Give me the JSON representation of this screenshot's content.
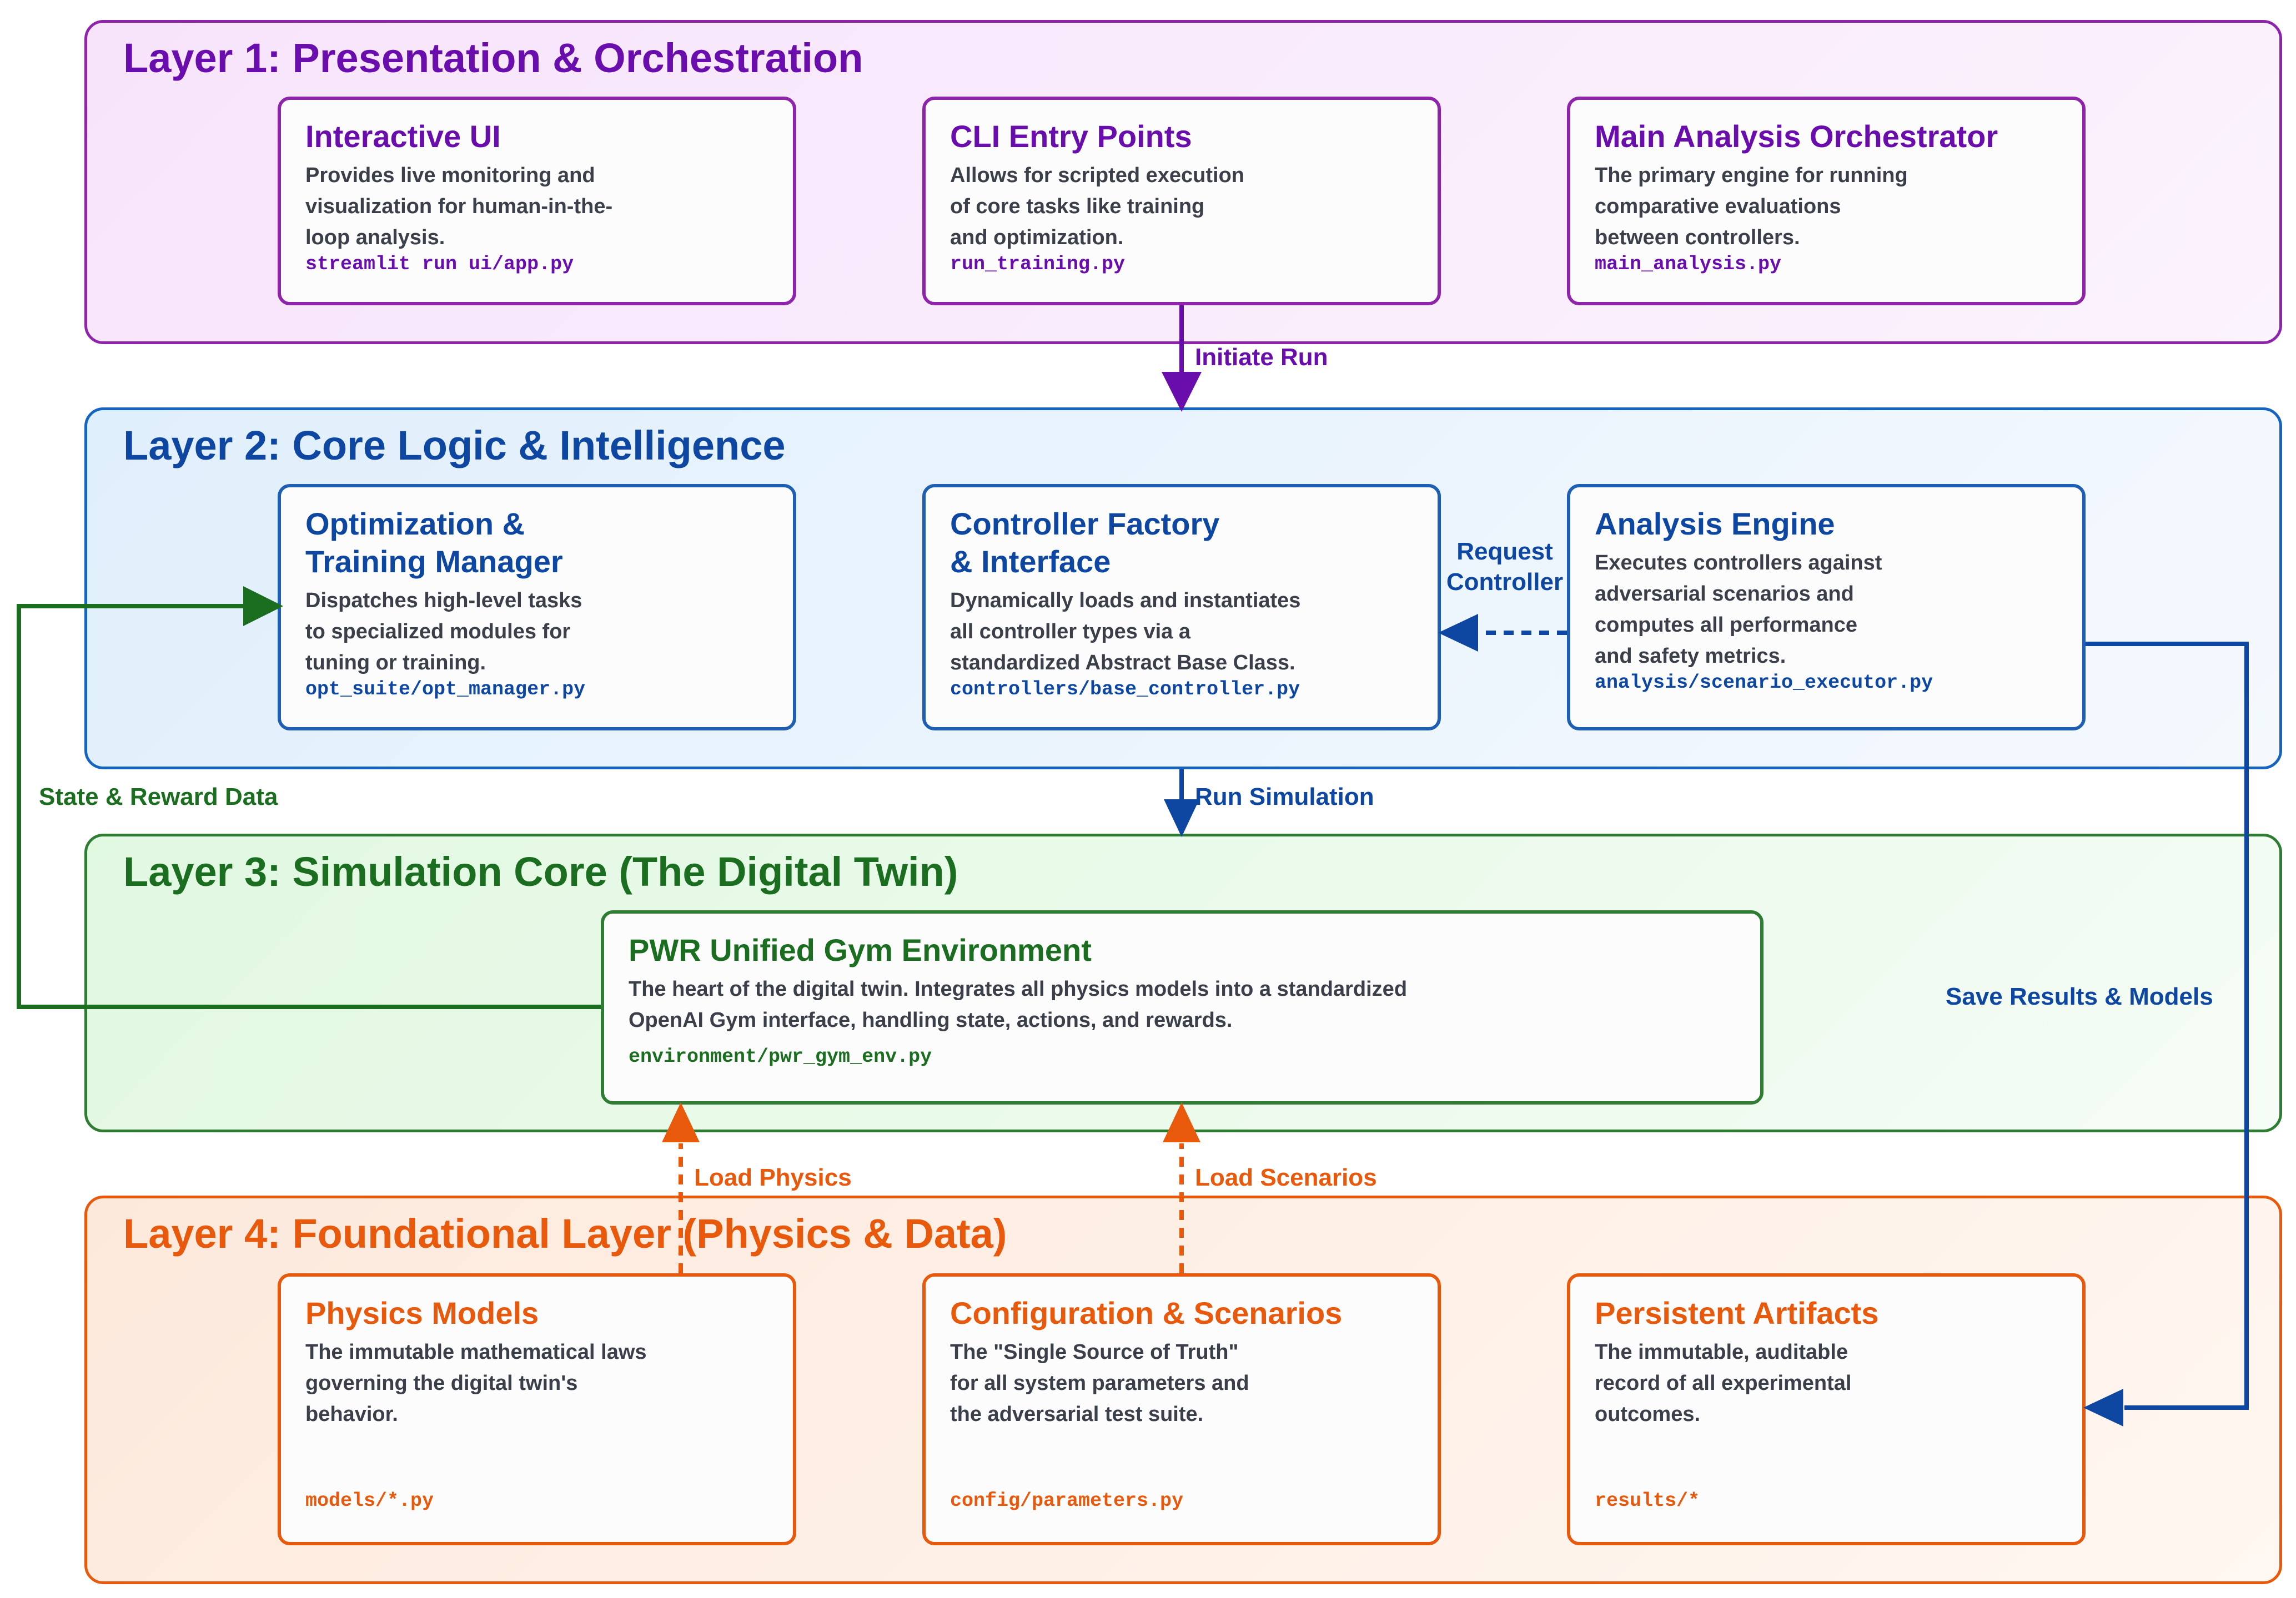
{
  "layer1": {
    "title": "Layer 1: Presentation & Orchestration",
    "cards": [
      {
        "title": "Interactive UI",
        "desc": "Provides live monitoring and\nvisualization for human-in-the-\nloop analysis.",
        "path": "streamlit run ui/app.py"
      },
      {
        "title": "CLI Entry Points",
        "desc": "Allows for scripted execution\nof core tasks like training\nand optimization.",
        "path": "run_training.py"
      },
      {
        "title": "Main Analysis Orchestrator",
        "desc": "The primary engine for running\ncomparative evaluations\nbetween controllers.",
        "path": "main_analysis.py"
      }
    ]
  },
  "layer2": {
    "title": "Layer 2: Core Logic & Intelligence",
    "cards": [
      {
        "title": "Optimization &\nTraining Manager",
        "desc": "Dispatches high-level tasks\nto specialized modules for\ntuning or training.",
        "path": "opt_suite/opt_manager.py"
      },
      {
        "title": "Controller Factory\n& Interface",
        "desc": "Dynamically loads and instantiates\nall controller types via a\nstandardized Abstract Base Class.",
        "path": "controllers/base_controller.py"
      },
      {
        "title": "Analysis Engine",
        "desc": "Executes controllers against\nadversarial scenarios and\ncomputes all performance\nand safety metrics.",
        "path": "analysis/scenario_executor.py"
      }
    ]
  },
  "layer3": {
    "title": "Layer 3: Simulation Core (The Digital Twin)",
    "card": {
      "title": "PWR Unified Gym Environment",
      "desc": "The heart of the digital twin. Integrates all physics models into a standardized\nOpenAI Gym interface, handling state, actions, and rewards.",
      "path": "environment/pwr_gym_env.py"
    }
  },
  "layer4": {
    "title": "Layer 4: Foundational Layer (Physics & Data)",
    "cards": [
      {
        "title": "Physics Models",
        "desc": "The immutable mathematical laws\ngoverning the digital twin's\nbehavior.",
        "path": "models/*.py"
      },
      {
        "title": "Configuration & Scenarios",
        "desc": "The \"Single Source of Truth\"\nfor all system parameters and\nthe adversarial test suite.",
        "path": "config/parameters.py"
      },
      {
        "title": "Persistent Artifacts",
        "desc": "The immutable, auditable\nrecord of all experimental\noutcomes.",
        "path": "results/*"
      }
    ]
  },
  "arrows": {
    "initiate_run": "Initiate Run",
    "request_controller": "Request\nController",
    "run_simulation": "Run Simulation",
    "state_reward": "State & Reward Data",
    "save_results": "Save Results & Models",
    "load_physics": "Load Physics",
    "load_scenarios": "Load Scenarios"
  },
  "colors": {
    "purple": "#6a0dad",
    "blue": "#0d47a1",
    "green": "#1b6e20",
    "orange": "#e8590c"
  }
}
